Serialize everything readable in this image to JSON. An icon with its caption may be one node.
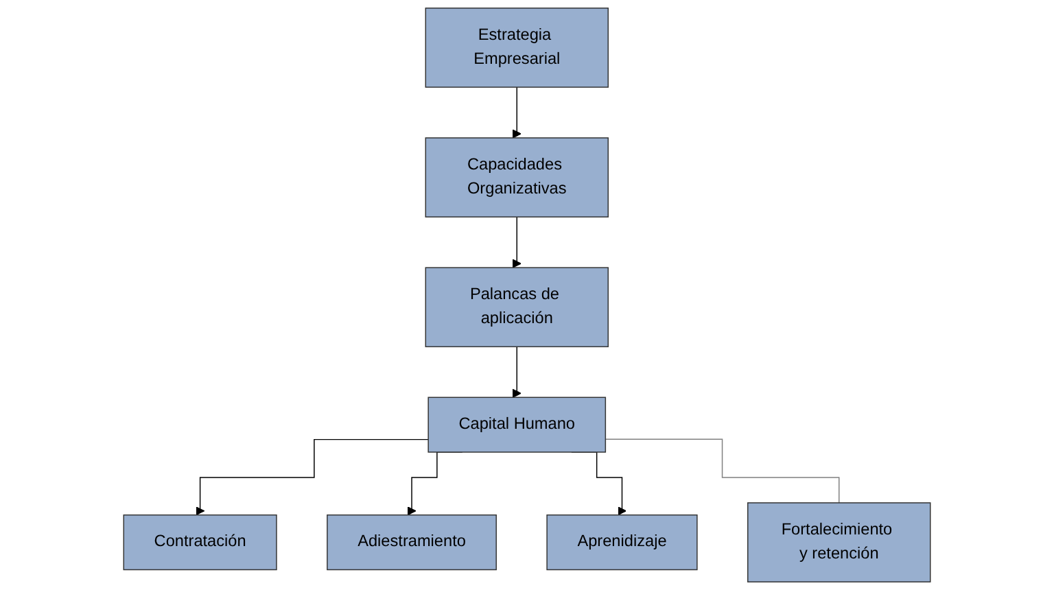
{
  "diagram": {
    "nodes": [
      {
        "text": [
          "Estrategia Empresarial"
        ]
      },
      {
        "text": [
          "Capacidades Organizativas"
        ]
      },
      {
        "text": [
          "Palancas de aplicación"
        ]
      },
      {
        "text": [
          "Capital Humano"
        ]
      },
      {
        "text": [
          "Contratación"
        ]
      },
      {
        "text": [
          "Adiestramiento"
        ]
      },
      {
        "text": [
          "Aprenidizaje"
        ]
      },
      {
        "text": [
          "Fortalecimiento y retención"
        ]
      }
    ],
    "edges": [
      {
        "from": 0,
        "to": 1,
        "arrow": "to"
      },
      {
        "from": 1,
        "to": 2,
        "arrow": "to"
      },
      {
        "from": 2,
        "to": 3,
        "arrow": "to"
      },
      {
        "from": 3,
        "to": 4,
        "arrow": "to"
      },
      {
        "from": 3,
        "to": 5,
        "arrow": "to"
      },
      {
        "from": 3,
        "to": 6,
        "arrow": "to"
      },
      {
        "from": 3,
        "to": 7,
        "arrow": "none",
        "color": "#808080"
      }
    ]
  }
}
